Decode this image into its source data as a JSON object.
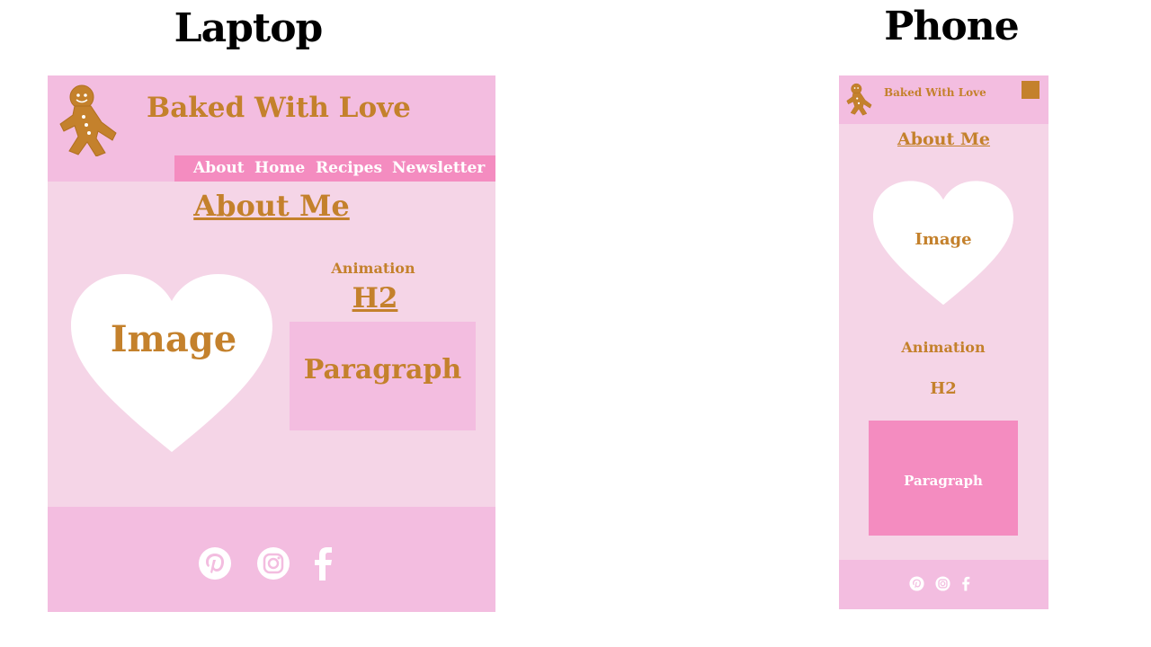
{
  "labels": {
    "laptop": "Laptop",
    "phone": "Phone"
  },
  "colors": {
    "accent": "#c4812c",
    "header_pink": "#f3bde0",
    "nav_pink": "#f48cc0",
    "bg_pink": "#f5d5e7"
  },
  "laptop": {
    "site_title": "Baked With Love",
    "logo_icon": "gingerbread-man-icon",
    "nav": [
      "About",
      "Home",
      "Recipes",
      "Newsletter"
    ],
    "page_heading": "About Me",
    "image_label": "Image",
    "animation_label": "Animation",
    "h2": "H2",
    "paragraph": "Paragraph",
    "social_icons": [
      "pinterest-icon",
      "instagram-icon",
      "facebook-icon"
    ]
  },
  "phone": {
    "site_title": "Baked With Love",
    "logo_icon": "gingerbread-man-icon",
    "menu_icon": "menu-square-icon",
    "page_heading": "About Me",
    "image_label": "Image",
    "animation_label": "Animation",
    "h2": "H2",
    "paragraph": "Paragraph",
    "social_icons": [
      "pinterest-icon",
      "instagram-icon",
      "facebook-icon"
    ]
  }
}
